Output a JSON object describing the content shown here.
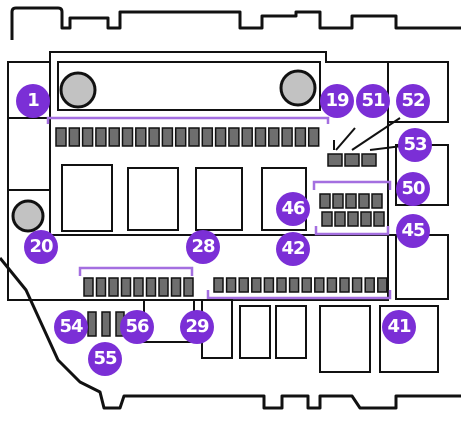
{
  "colors": {
    "accent": "#7b2fd6",
    "outline": "#111111",
    "bracket": "#a46fe0",
    "fuse_fill": "#6e6e6e",
    "bolt_fill": "#c2c2c2"
  },
  "icons": {
    "bolt": "bolt-icon",
    "fuse": "fuse-icon",
    "relay": "relay-icon"
  },
  "labels": {
    "l1": "1",
    "l19": "19",
    "l51": "51",
    "l52": "52",
    "l53": "53",
    "l50": "50",
    "l46": "46",
    "l45": "45",
    "l42": "42",
    "l20": "20",
    "l28": "28",
    "l29": "29",
    "l41": "41",
    "l54": "54",
    "l55": "55",
    "l56": "56"
  }
}
